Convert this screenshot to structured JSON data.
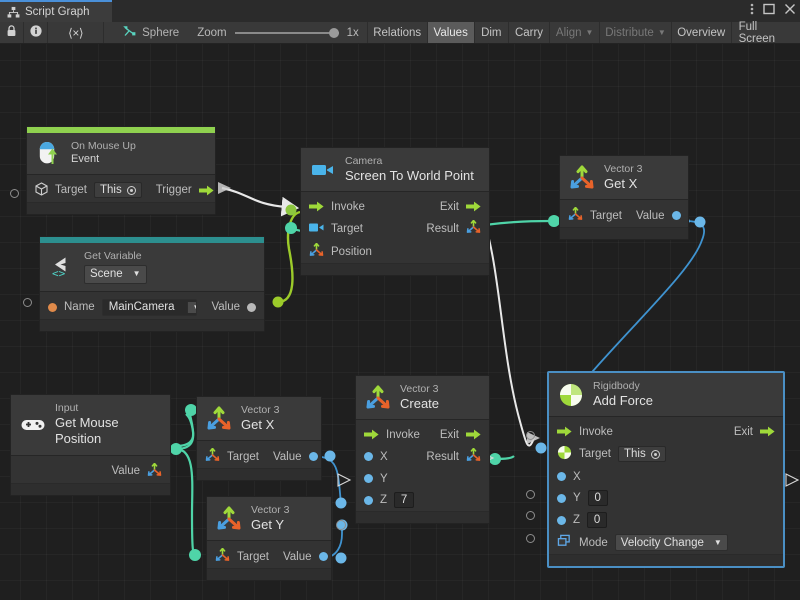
{
  "window": {
    "tab_label": "Script Graph",
    "tab_icon": "script-graph-icon",
    "buttons": [
      "more-options-icon",
      "maximize-icon",
      "close-icon"
    ]
  },
  "toolbar": {
    "lock_icon": "lock-icon",
    "info_icon": "info-icon",
    "code_icon": "code-brackets-icon",
    "object_name": "Sphere",
    "object_icon": "graph-node-icon",
    "zoom_label": "Zoom",
    "zoom_value": "1x",
    "buttons": [
      {
        "label": "Relations",
        "state": "normal"
      },
      {
        "label": "Values",
        "state": "active"
      },
      {
        "label": "Dim",
        "state": "normal"
      },
      {
        "label": "Carry",
        "state": "normal"
      },
      {
        "label": "Align",
        "state": "dim",
        "dropdown": true
      },
      {
        "label": "Distribute",
        "state": "dim",
        "dropdown": true
      },
      {
        "label": "Overview",
        "state": "normal"
      },
      {
        "label": "Full Screen",
        "state": "normal"
      }
    ]
  },
  "colors": {
    "event_accent": "#8fd14f",
    "variable_accent": "#2c8f8f",
    "flow_edge": "#e8e8e8",
    "data_edge": "#4aaee8",
    "value_edge": "#4fd4a8",
    "green_edge": "#9ccb2a",
    "selection": "#4a8fc4"
  },
  "nodes": [
    {
      "id": "on-mouse-up",
      "icon": "mouse-event-icon",
      "accent": "#8fd14f",
      "subtitle": "On Mouse Up",
      "title": "Event",
      "rows": [
        {
          "left_icon": "cube-icon",
          "left_label": "Target",
          "field": "This",
          "right_label": "Trigger",
          "right_icon": "flow-arrow-icon"
        }
      ]
    },
    {
      "id": "get-variable",
      "icon": "unity-variable-icon",
      "accent": "#2c8f8f",
      "subtitle": "Get Variable",
      "title": "Scene",
      "title_is_dropdown": true,
      "rows": [
        {
          "left_port": "orange",
          "left_label": "Name",
          "dropdown": "MainCamera",
          "right_label": "Value",
          "right_port": "grey"
        }
      ]
    },
    {
      "id": "camera-screen-to-world",
      "icon": "camera-icon",
      "subtitle": "Camera",
      "title": "Screen To World Point",
      "rows": [
        {
          "left_icon": "flow-arrow-icon",
          "left_label": "Invoke",
          "right_label": "Exit",
          "right_icon": "flow-arrow-icon"
        },
        {
          "left_icon": "camera-icon",
          "left_label": "Target",
          "right_label": "Result",
          "right_icon": "vector3-icon"
        },
        {
          "left_icon": "vector3-icon",
          "left_label": "Position"
        }
      ]
    },
    {
      "id": "vector3-getx-top",
      "icon": "vector3-icon",
      "subtitle": "Vector 3",
      "title": "Get X",
      "rows": [
        {
          "left_icon": "vector3-icon",
          "left_label": "Target",
          "right_label": "Value",
          "right_port": "blue"
        }
      ]
    },
    {
      "id": "vector3-getx-left",
      "icon": "vector3-icon",
      "subtitle": "Vector 3",
      "title": "Get X",
      "rows": [
        {
          "left_icon": "vector3-icon",
          "left_label": "Target",
          "right_label": "Value",
          "right_port": "blue"
        }
      ]
    },
    {
      "id": "vector3-gety-left",
      "icon": "vector3-icon",
      "subtitle": "Vector 3",
      "title": "Get Y",
      "rows": [
        {
          "left_icon": "vector3-icon",
          "left_label": "Target",
          "right_label": "Value",
          "right_port": "blue"
        }
      ]
    },
    {
      "id": "input-get-mouse-position",
      "icon": "gamepad-icon",
      "subtitle": "Input",
      "title": "Get Mouse Position",
      "rows": [
        {
          "right_label": "Value",
          "right_icon": "vector3-icon"
        }
      ]
    },
    {
      "id": "vector3-create",
      "icon": "vector3-icon",
      "subtitle": "Vector 3",
      "title": "Create",
      "rows": [
        {
          "left_icon": "flow-arrow-icon",
          "left_label": "Invoke",
          "right_label": "Exit",
          "right_icon": "flow-arrow-icon"
        },
        {
          "left_port": "blue",
          "left_label": "X",
          "right_label": "Result",
          "right_icon": "vector3-icon"
        },
        {
          "left_port": "blue",
          "left_label": "Y"
        },
        {
          "left_port": "blue",
          "left_label": "Z",
          "field": "7"
        }
      ]
    },
    {
      "id": "rigidbody-add-force",
      "icon": "rigidbody-icon",
      "subtitle": "Rigidbody",
      "title": "Add Force",
      "selected": true,
      "rows": [
        {
          "left_icon": "flow-arrow-icon",
          "left_label": "Invoke",
          "right_label": "Exit",
          "right_icon": "flow-arrow-icon"
        },
        {
          "left_icon": "rigidbody-icon",
          "left_label": "Target",
          "field": "This"
        },
        {
          "left_port": "blue",
          "left_label": "X"
        },
        {
          "left_port": "blue",
          "left_label": "Y",
          "field": "0"
        },
        {
          "left_port": "blue",
          "left_label": "Z",
          "field": "0"
        },
        {
          "left_icon": "enum-icon",
          "left_label": "Mode",
          "dropdown": "Velocity Change"
        }
      ]
    }
  ]
}
